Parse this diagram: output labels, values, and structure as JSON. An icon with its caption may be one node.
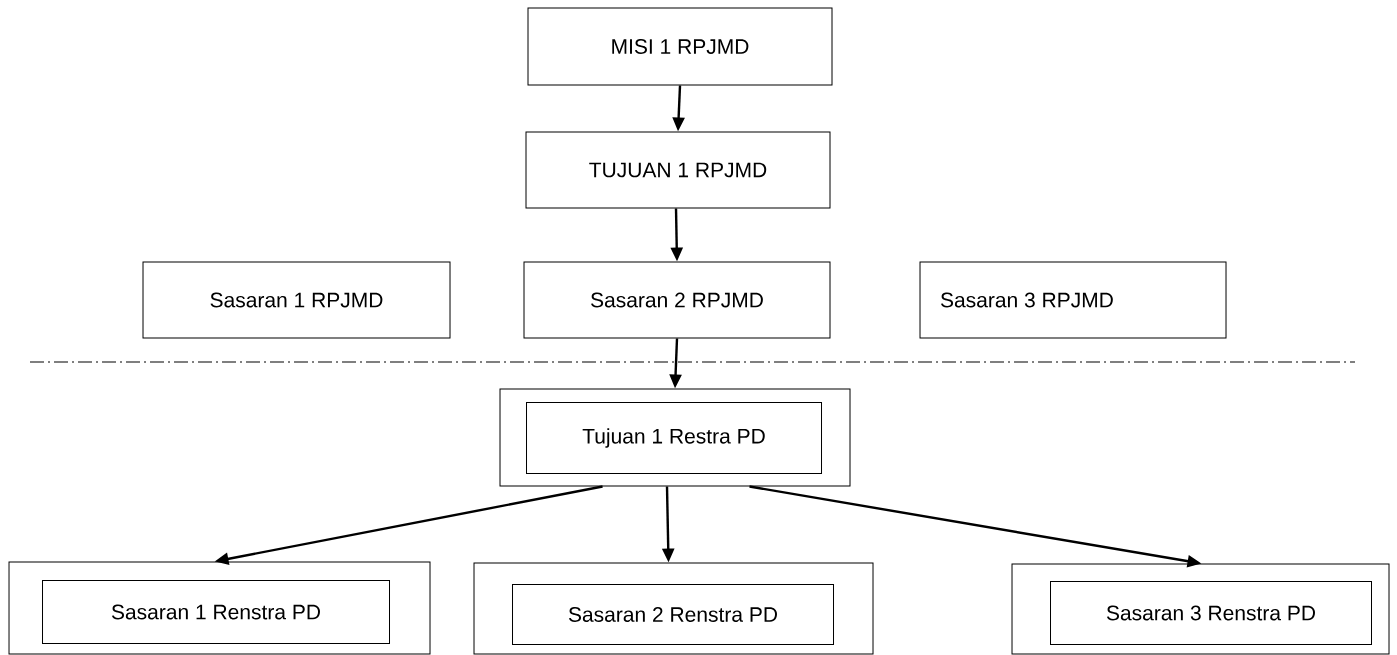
{
  "diagram": {
    "nodes": [
      {
        "text": [
          "MISI 1 RPJMD"
        ]
      },
      {
        "text": [
          "TUJUAN 1 RPJMD"
        ]
      },
      {
        "text": [
          "Sasaran 1 RPJMD"
        ]
      },
      {
        "text": [
          "Sasaran 2 RPJMD"
        ]
      },
      {
        "text": [
          "Sasaran 3 RPJMD"
        ]
      },
      {
        "text": [],
        "shape": "box"
      },
      {
        "text": [
          "Tujuan 1 Restra PD"
        ],
        "in": 5
      },
      {
        "text": [],
        "shape": "box"
      },
      {
        "text": [
          "Sasaran 1 Renstra PD"
        ],
        "in": 7
      },
      {
        "text": [],
        "shape": "box"
      },
      {
        "text": [
          "Sasaran 2 Renstra PD"
        ],
        "in": 9
      },
      {
        "text": [],
        "shape": "box"
      },
      {
        "text": [
          "Sasaran 3 Renstra PD"
        ],
        "in": 11
      }
    ],
    "edges": [
      {
        "from": 0,
        "to": 1,
        "arrow": "to"
      },
      {
        "from": 1,
        "to": 3,
        "arrow": "to"
      },
      {
        "from": 3,
        "to": 5,
        "arrow": "to"
      },
      {
        "from": 5,
        "to": 7,
        "arrow": "to"
      },
      {
        "from": 5,
        "to": 9,
        "arrow": "to"
      },
      {
        "from": 5,
        "to": 11,
        "arrow": "to"
      }
    ]
  }
}
